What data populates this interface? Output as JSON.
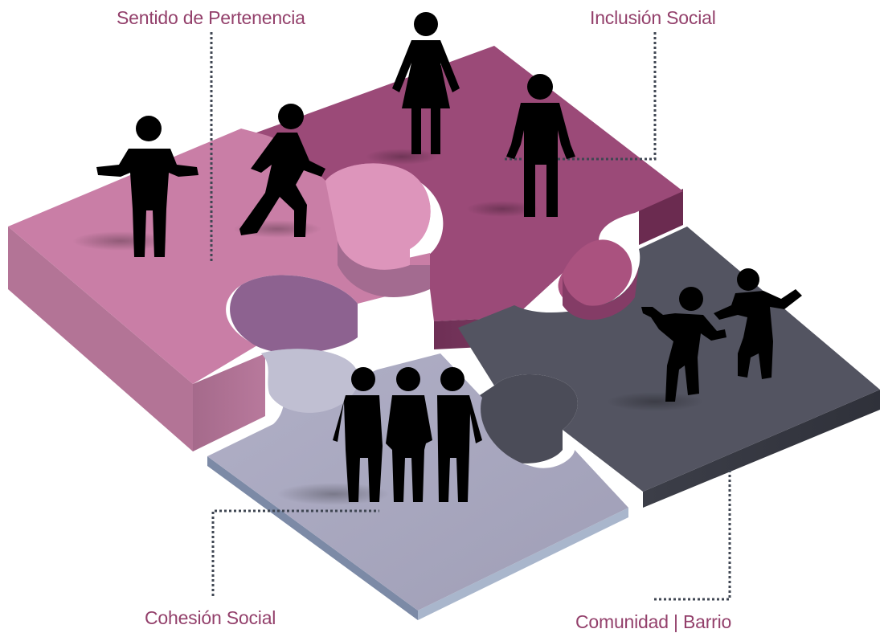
{
  "labels": {
    "sentido": "Sentido de Pertenencia",
    "inclusion": "Inclusión Social",
    "cohesion": "Cohesión Social",
    "comunidad": "Comunidad | Barrio"
  },
  "colors": {
    "label_text": "#93406b",
    "connector": "#3f4652",
    "piece_pink_top": "#c97ea6",
    "piece_magenta_top": "#9b4a78",
    "piece_dark_top": "#535461",
    "piece_lavender_top": "#a7a6bd",
    "figures": "#000000"
  },
  "icons": [
    "person-shrugging-icon",
    "person-walking-icon",
    "woman-standing-icon",
    "man-standing-icon",
    "group-of-three-icon",
    "two-people-dancing-icon"
  ]
}
